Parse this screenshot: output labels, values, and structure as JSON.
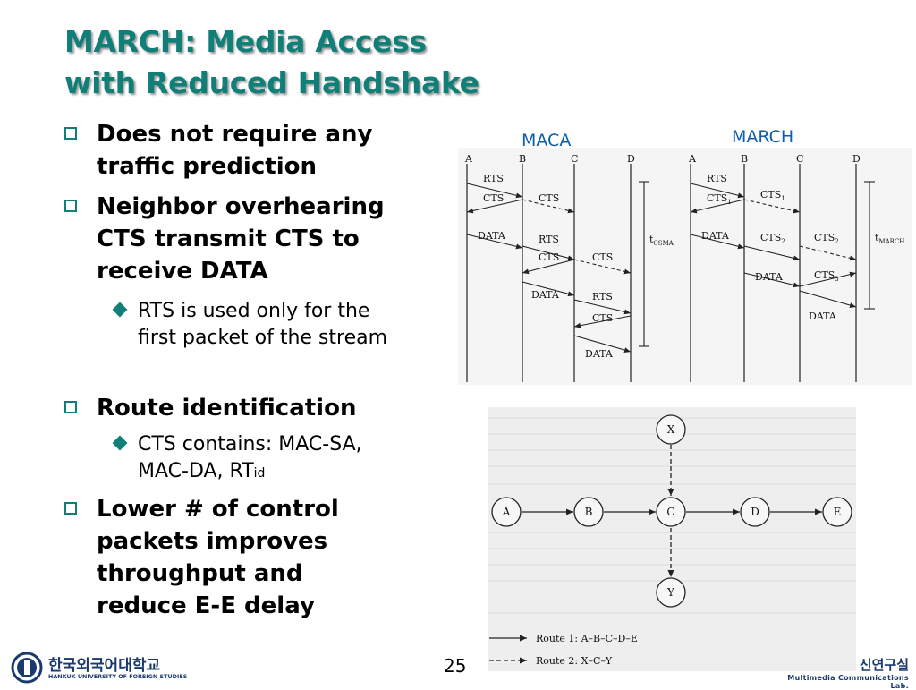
{
  "title": {
    "line1": "MARCH: Media Access",
    "line2": "with Reduced Handshake"
  },
  "bullets": {
    "b1": [
      "Does not require any",
      "traffic prediction"
    ],
    "b2": [
      "Neighbor overhearing",
      "CTS transmit CTS to",
      "receive DATA"
    ],
    "b2_sub": [
      "RTS is used only for the",
      "first packet of the stream"
    ],
    "b3": [
      "Route identification"
    ],
    "b3_sub_line1": "CTS contains: MAC-SA,",
    "b3_sub_line2_main": "MAC-DA, RT",
    "b3_sub_line2_sub": "id",
    "b4": [
      "Lower # of control",
      "packets improves",
      "throughput and",
      "reduce E-E delay"
    ]
  },
  "figure_labels": {
    "maca": "MACA",
    "march": "MARCH"
  },
  "timing_diagram": {
    "nodes": [
      "A",
      "B",
      "C",
      "D"
    ],
    "maca_msgs": [
      "RTS",
      "CTS",
      "CTS",
      "DATA",
      "RTS",
      "CTS",
      "CTS",
      "DATA",
      "RTS",
      "CTS",
      "DATA"
    ],
    "maca_t": "t",
    "maca_t_sub": "CSMA",
    "march_msgs": [
      "RTS",
      "CTS",
      "CTS",
      "DATA",
      "CTS",
      "CTS",
      "DATA",
      "CTS",
      "DATA"
    ],
    "march_subs": [
      "1",
      "1",
      "2",
      "2",
      "3"
    ],
    "march_t": "t",
    "march_t_sub": "MARCH"
  },
  "route_diagram": {
    "nodes": [
      "X",
      "A",
      "B",
      "C",
      "D",
      "E",
      "Y"
    ],
    "legend1": "Route 1: A–B–C–D–E",
    "legend2": "Route 2: X–C–Y"
  },
  "footer": {
    "university_ko": "한국외국어대학교",
    "university_en": "HANKUK UNIVERSITY OF FOREIGN STUDIES",
    "page_number": "25",
    "lab_ko": "신연구실",
    "lab_en": "Multimedia Communications Lab."
  }
}
